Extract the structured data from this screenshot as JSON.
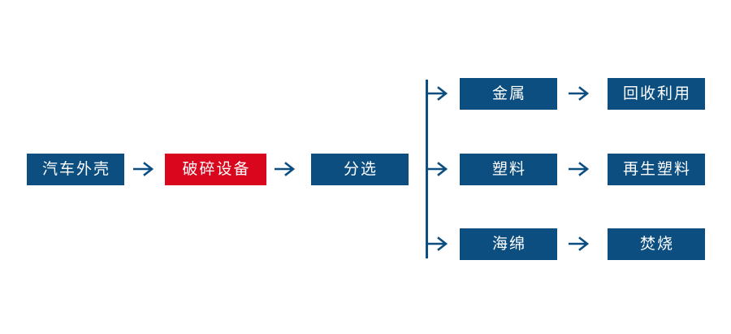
{
  "diagram": {
    "type": "process-flowchart",
    "orientation": "left-to-right",
    "title": "",
    "colors": {
      "primary_blue": "#0c4e80",
      "highlight_red": "#d9071e",
      "node_text": "#ffffff",
      "background": "#ffffff",
      "connector": "#0c4e80"
    },
    "main_chain": [
      {
        "id": "input",
        "label": "汽车外壳",
        "color": "blue"
      },
      {
        "id": "crusher",
        "label": "破碎设备",
        "color": "red"
      },
      {
        "id": "sorting",
        "label": "分选",
        "color": "blue"
      }
    ],
    "branches": [
      {
        "id": "metal",
        "material": {
          "label": "金属",
          "color": "blue"
        },
        "destination": {
          "label": "回收利用",
          "color": "blue"
        }
      },
      {
        "id": "plastic",
        "material": {
          "label": "塑料",
          "color": "blue"
        },
        "destination": {
          "label": "再生塑料",
          "color": "blue"
        }
      },
      {
        "id": "sponge",
        "material": {
          "label": "海绵",
          "color": "blue"
        },
        "destination": {
          "label": "焚烧",
          "color": "blue"
        }
      }
    ],
    "connectors": {
      "arrow_icon": "arrow-right-icon",
      "split_bar_icon": "vertical-split-bar"
    }
  }
}
